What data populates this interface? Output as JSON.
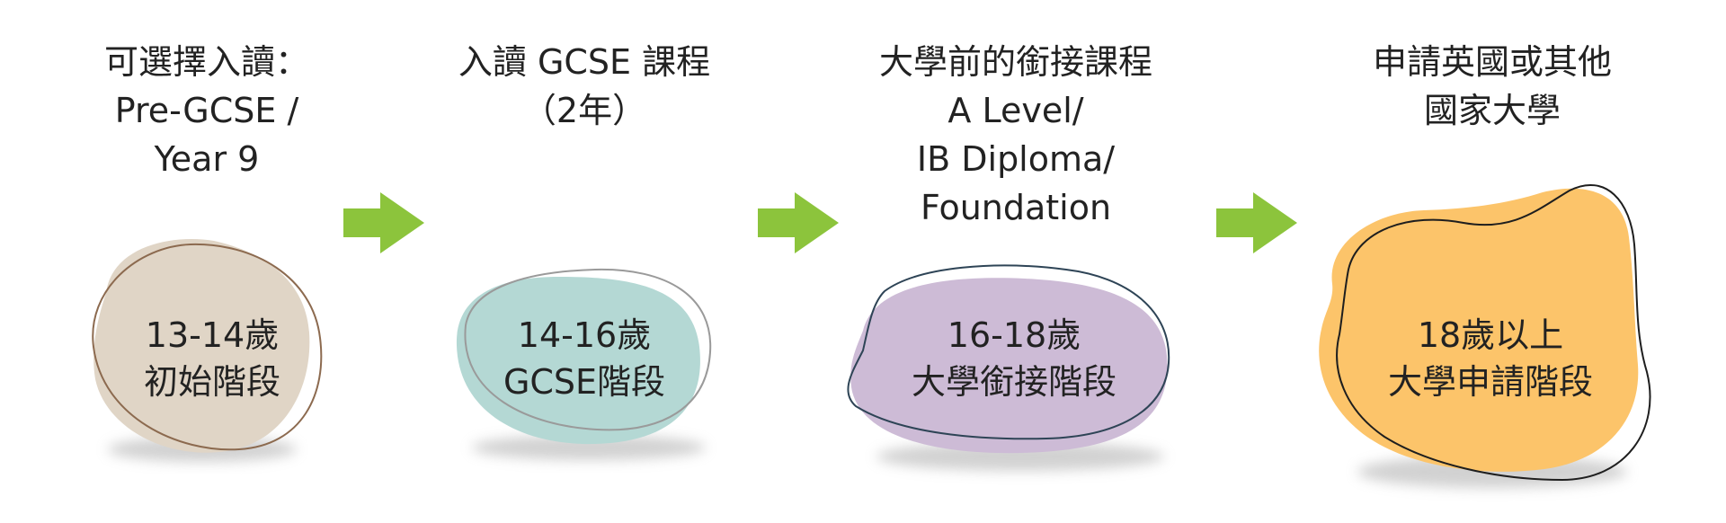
{
  "stages": [
    {
      "title_lines": [
        "可選擇入讀：",
        "Pre-GCSE /",
        "Year 9"
      ],
      "age": "13-14歲",
      "phase": "初始階段",
      "color": "#e0d5c6",
      "outline_color": "#8c6a4f"
    },
    {
      "title_lines": [
        "入讀 GCSE 課程",
        "（2年）"
      ],
      "age": "14-16歲",
      "phase": "GCSE階段",
      "color": "#b4d8d4",
      "outline_color": "#9a9a9a"
    },
    {
      "title_lines": [
        "大學前的銜接課程",
        "A Level/",
        "IB Diploma/",
        "Foundation"
      ],
      "age": "16-18歲",
      "phase": "大學銜接階段",
      "color": "#cdbbd6",
      "outline_color": "#2e4456"
    },
    {
      "title_lines": [
        "申請英國或其他",
        "國家大學"
      ],
      "age": "18歲以上",
      "phase": "大學申請階段",
      "color": "#fcc46a",
      "outline_color": "#1e1e1e"
    }
  ],
  "arrow_color": "#8cc43c",
  "shadow_color": "#c6c6c6"
}
